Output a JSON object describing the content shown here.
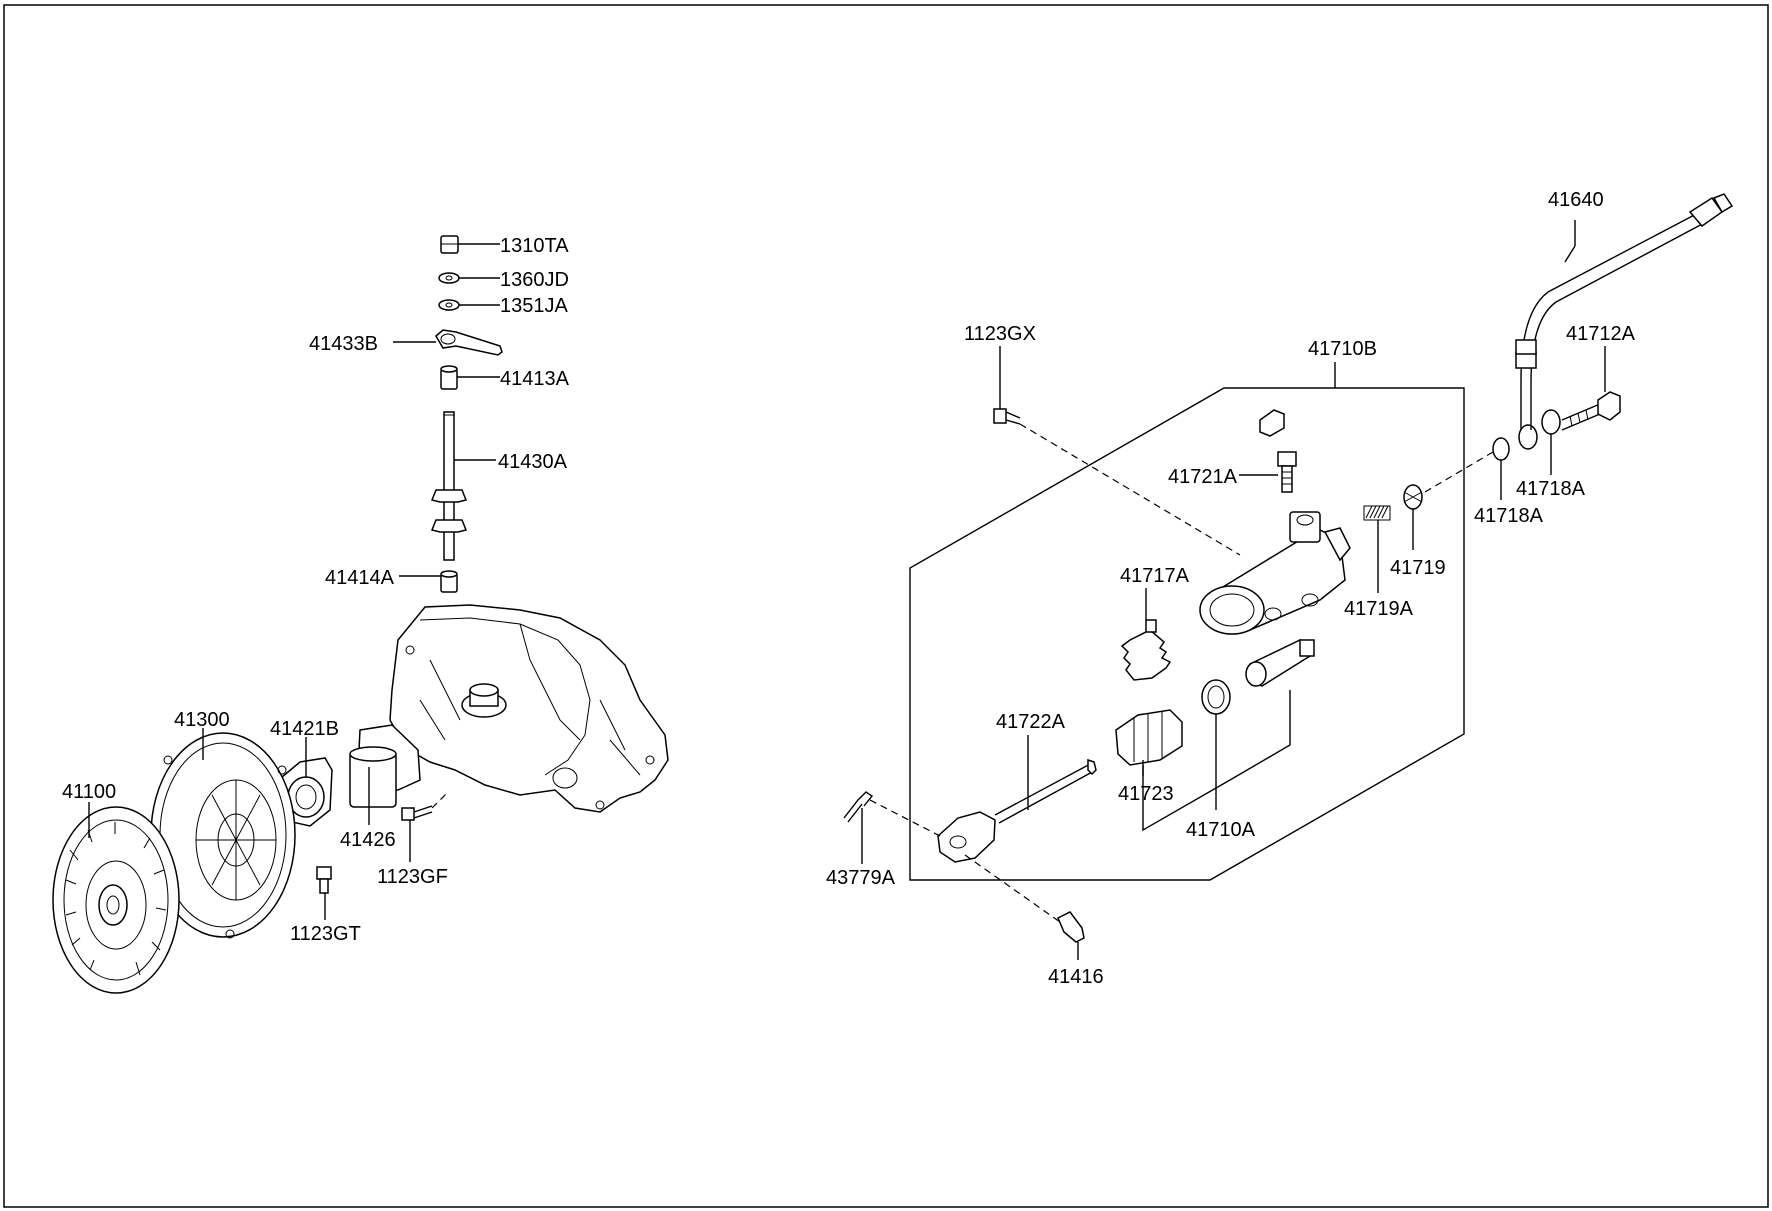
{
  "diagram": {
    "frame_color": "#000000",
    "labels": {
      "p1310TA": "1310TA",
      "p1360JD": "1360JD",
      "p1351JA": "1351JA",
      "p41433B": "41433B",
      "p41413A": "41413A",
      "p41430A": "41430A",
      "p41414A": "41414A",
      "p41300": "41300",
      "p41421B": "41421B",
      "p41100": "41100",
      "p41426": "41426",
      "p1123GF": "1123GF",
      "p1123GT": "1123GT",
      "p41640": "41640",
      "p1123GX": "1123GX",
      "p41710B": "41710B",
      "p41712A": "41712A",
      "p41721A": "41721A",
      "p41718A_1": "41718A",
      "p41718A_2": "41718A",
      "p41717A": "41717A",
      "p41719": "41719",
      "p41719A": "41719A",
      "p41722A": "41722A",
      "p41723": "41723",
      "p41710A": "41710A",
      "p43779A": "43779A",
      "p41416": "41416"
    }
  }
}
